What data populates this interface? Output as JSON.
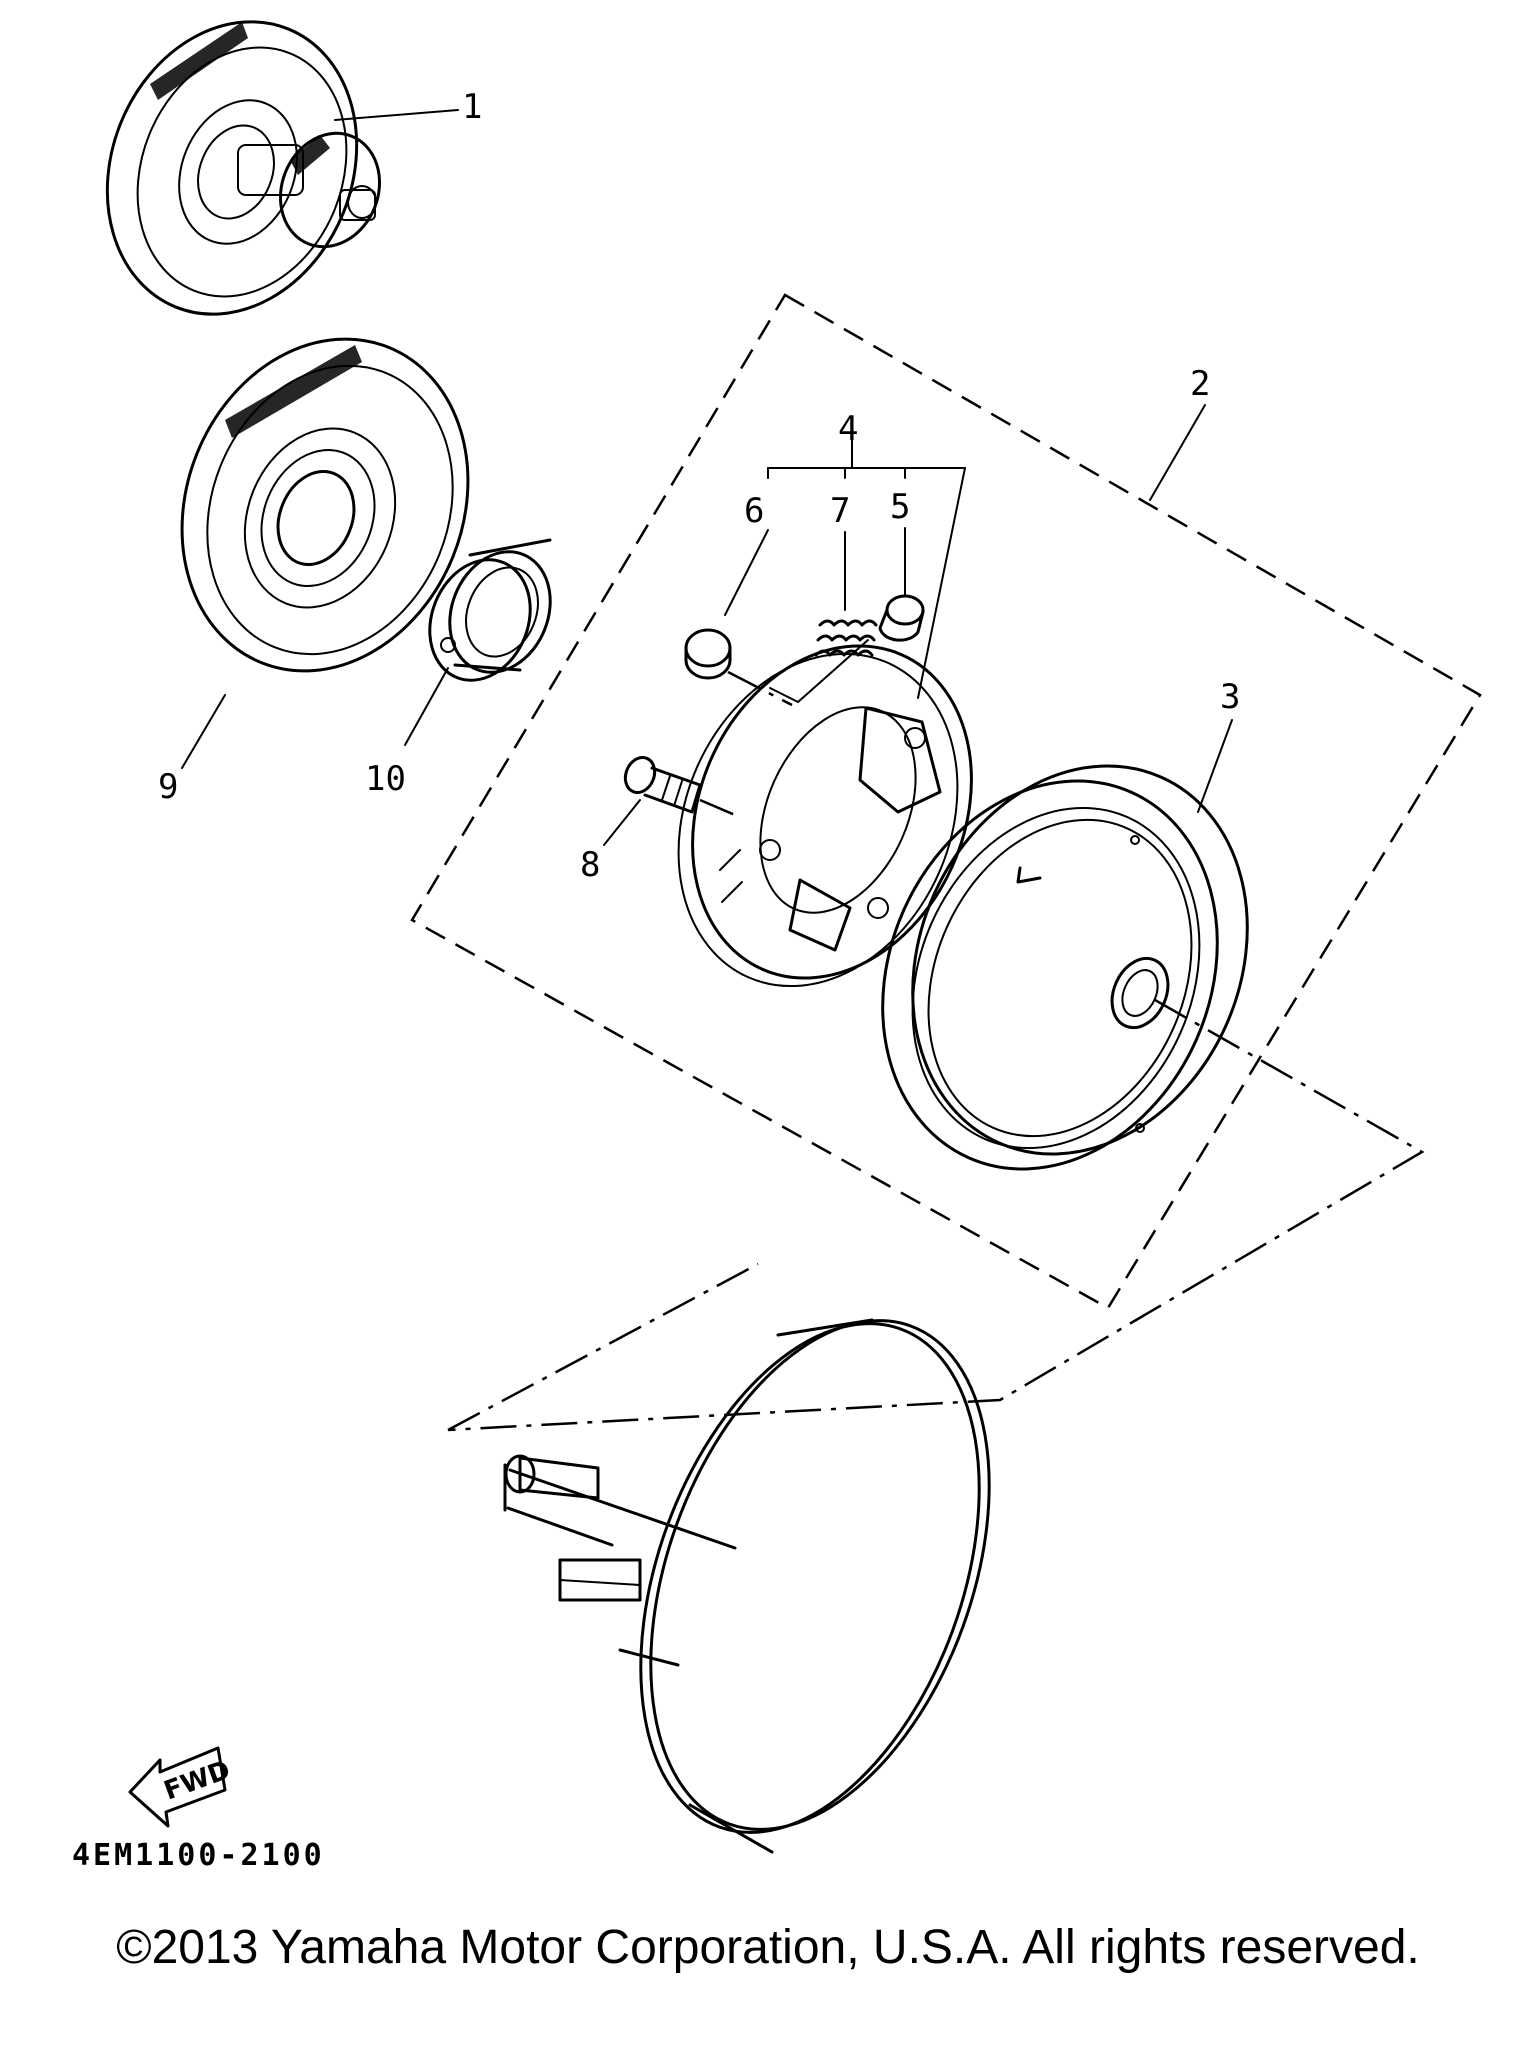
{
  "callouts": [
    "1",
    "2",
    "3",
    "4",
    "5",
    "6",
    "7",
    "8",
    "9",
    "10"
  ],
  "fwd_label": "FWD",
  "drawing_code": "4EM1100-2100",
  "copyright": "©2013 Yamaha Motor Corporation, U.S.A. All rights reserved."
}
